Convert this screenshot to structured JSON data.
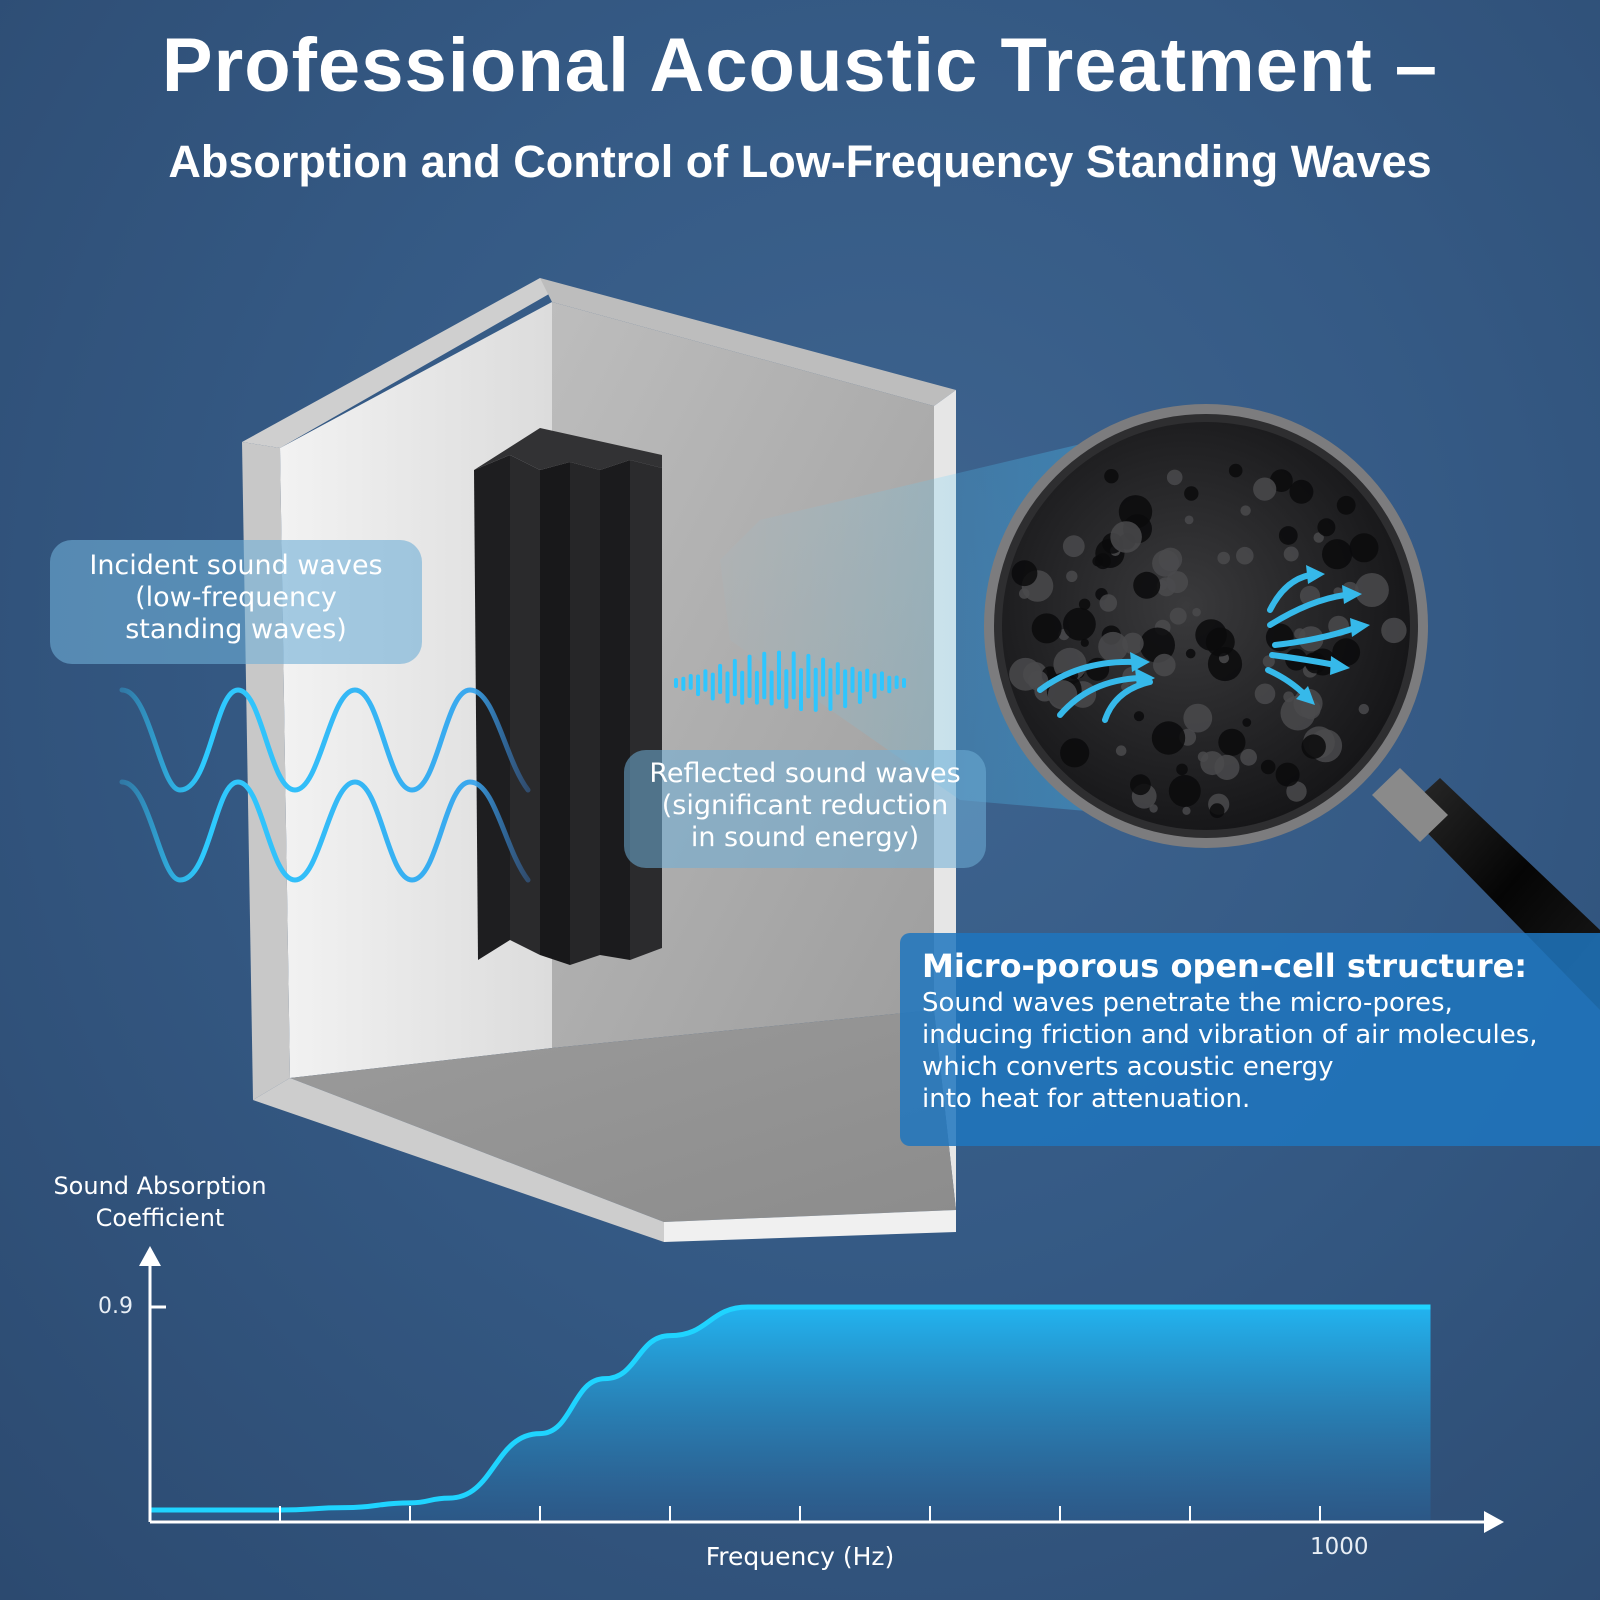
{
  "header": {
    "title": "Professional Acoustic Treatment –",
    "subtitle": "Absorption and Control of Low-Frequency Standing Waves"
  },
  "callouts": {
    "incident": [
      "Incident sound waves",
      "(low-frequency",
      "standing waves)"
    ],
    "reflected": [
      "Reflected sound waves",
      "(significant reduction",
      "in sound energy)"
    ]
  },
  "micro": {
    "title": "Micro-porous open-cell structure:",
    "lines": [
      "Sound waves penetrate the micro-pores,",
      "inducing friction and vibration of air molecules,",
      "which converts acoustic energy",
      "into heat for attenuation."
    ]
  },
  "colors": {
    "accent": "#1fc3f5",
    "panel": "#1e76be",
    "foam": "#1c1c1e",
    "wall": "#d9d9d9"
  },
  "chart_data": {
    "type": "area",
    "title": "",
    "xlabel": "Frequency (Hz)",
    "ylabel": [
      "Sound Absorption",
      "Coefficient"
    ],
    "y_ticks": [
      "0.9"
    ],
    "x_ticks": [
      "1000"
    ],
    "ylim": [
      0,
      1.0
    ],
    "x_tick_count": 10,
    "x_label_index": 9,
    "x": [
      0,
      0.5,
      1,
      1.5,
      2,
      2.3,
      3,
      3.5,
      4,
      4.6,
      5,
      6,
      7,
      8,
      9,
      9.85
    ],
    "values": [
      0.05,
      0.05,
      0.05,
      0.06,
      0.08,
      0.1,
      0.37,
      0.6,
      0.78,
      0.9,
      0.9,
      0.9,
      0.9,
      0.9,
      0.9,
      0.9
    ],
    "grid": false,
    "legend": "none"
  }
}
